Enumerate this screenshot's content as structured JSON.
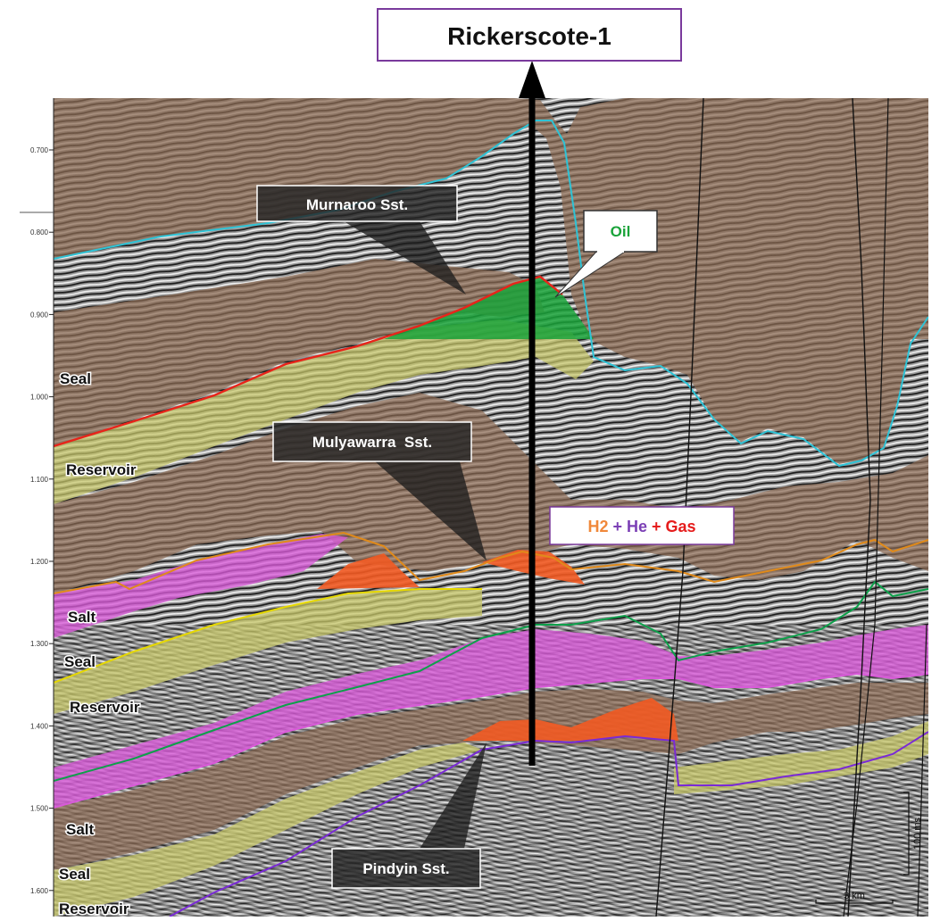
{
  "well": {
    "name": "Rickerscote-1"
  },
  "time_axis": {
    "ticks": [
      "0.700",
      "0.800",
      "0.900",
      "1.000",
      "1.100",
      "1.200",
      "1.300",
      "1.400",
      "1.500",
      "1.600"
    ]
  },
  "formations": {
    "murnaroo": "Murnaroo Sst.",
    "mulyawarra": "Mulyawarra  Sst.",
    "pindyin": "Pindyin Sst."
  },
  "fluids": {
    "oil": "Oil",
    "h2": "H2",
    "plus1": " + ",
    "he": "He",
    "plus2": " + ",
    "gas": "Gas",
    "colors": {
      "oil": "#1aa33a",
      "h2": "#f0883a",
      "he": "#7b3fb5",
      "gas": "#e51c1c"
    }
  },
  "layer_labels": {
    "seal_upper": "Seal",
    "reservoir_upper": "Reservoir",
    "salt_1": "Salt",
    "seal_mid": "Seal",
    "reservoir_mid": "Reservoir",
    "salt_2": "Salt",
    "seal_lower": "Seal",
    "reservoir_lower": "Reservoir"
  },
  "scale_bars": {
    "vertical": "100 ms",
    "horizontal": "3 km"
  },
  "colors": {
    "seal": "#8b6a52",
    "reservoir": "#c8c86a",
    "salt": "#d85ad8",
    "hydrocarbon_accum": "#f25a22",
    "horizon_top": "#2ec3d6",
    "horizon_red": "#e8241a",
    "horizon_orange": "#e08a1a",
    "horizon_green": "#0da04a",
    "horizon_purple": "#7a2ad6",
    "horizon_yellow": "#e6d800"
  }
}
